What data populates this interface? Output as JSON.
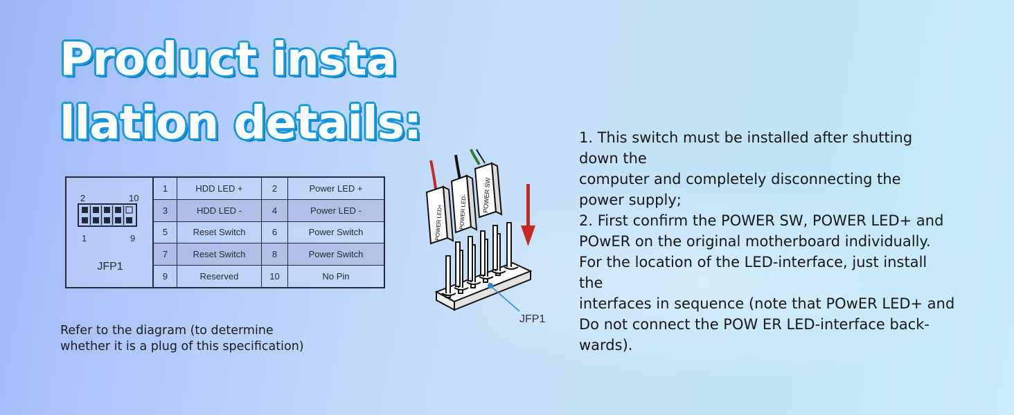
{
  "title": {
    "line1": "Product insta",
    "line2": "llation details:"
  },
  "pin_table": {
    "header_numbers": {
      "top_left": "2",
      "top_right": "10",
      "bottom_left": "1",
      "bottom_right": "9"
    },
    "connector_label": "JFP1",
    "rows": [
      {
        "pin_a": "1",
        "label_a": "HDD LED +",
        "pin_b": "2",
        "label_b": "Power LED +",
        "shaded": false
      },
      {
        "pin_a": "3",
        "label_a": "HDD LED -",
        "pin_b": "4",
        "label_b": "Power LED -",
        "shaded": true
      },
      {
        "pin_a": "5",
        "label_a": "Reset Switch",
        "pin_b": "6",
        "label_b": "Power Switch",
        "shaded": false
      },
      {
        "pin_a": "7",
        "label_a": "Reset Switch",
        "pin_b": "8",
        "label_b": "Power Switch",
        "shaded": true
      },
      {
        "pin_a": "9",
        "label_a": "Reserved",
        "pin_b": "10",
        "label_b": "No Pin",
        "shaded": false
      }
    ]
  },
  "caption": {
    "line1": "Refer to the diagram (to determine",
    "line2": "whether it is a plug of this specification)"
  },
  "diagram": {
    "plugs": [
      "POWER LED+",
      "POWER LED-",
      "POWER SW"
    ],
    "header_label": "JFP1"
  },
  "instructions": {
    "lines": [
      "1. This switch must be installed after shutting",
      "down the",
      "computer and completely disconnecting the",
      "power supply;",
      "2. First confirm the POWER SW, POWER LED+ and",
      "POwER on the original motherboard individually.",
      "For the location of the LED-interface, just install",
      "the",
      "interfaces in sequence (note that POwER LED+ and",
      "Do not connect the POW ER LED-interface back-",
      "wards)."
    ]
  },
  "colors": {
    "title_fill": "#ffffff",
    "title_outline": "#1499e0",
    "arrow": "#c62828",
    "table_shade": "#a0afd7"
  }
}
